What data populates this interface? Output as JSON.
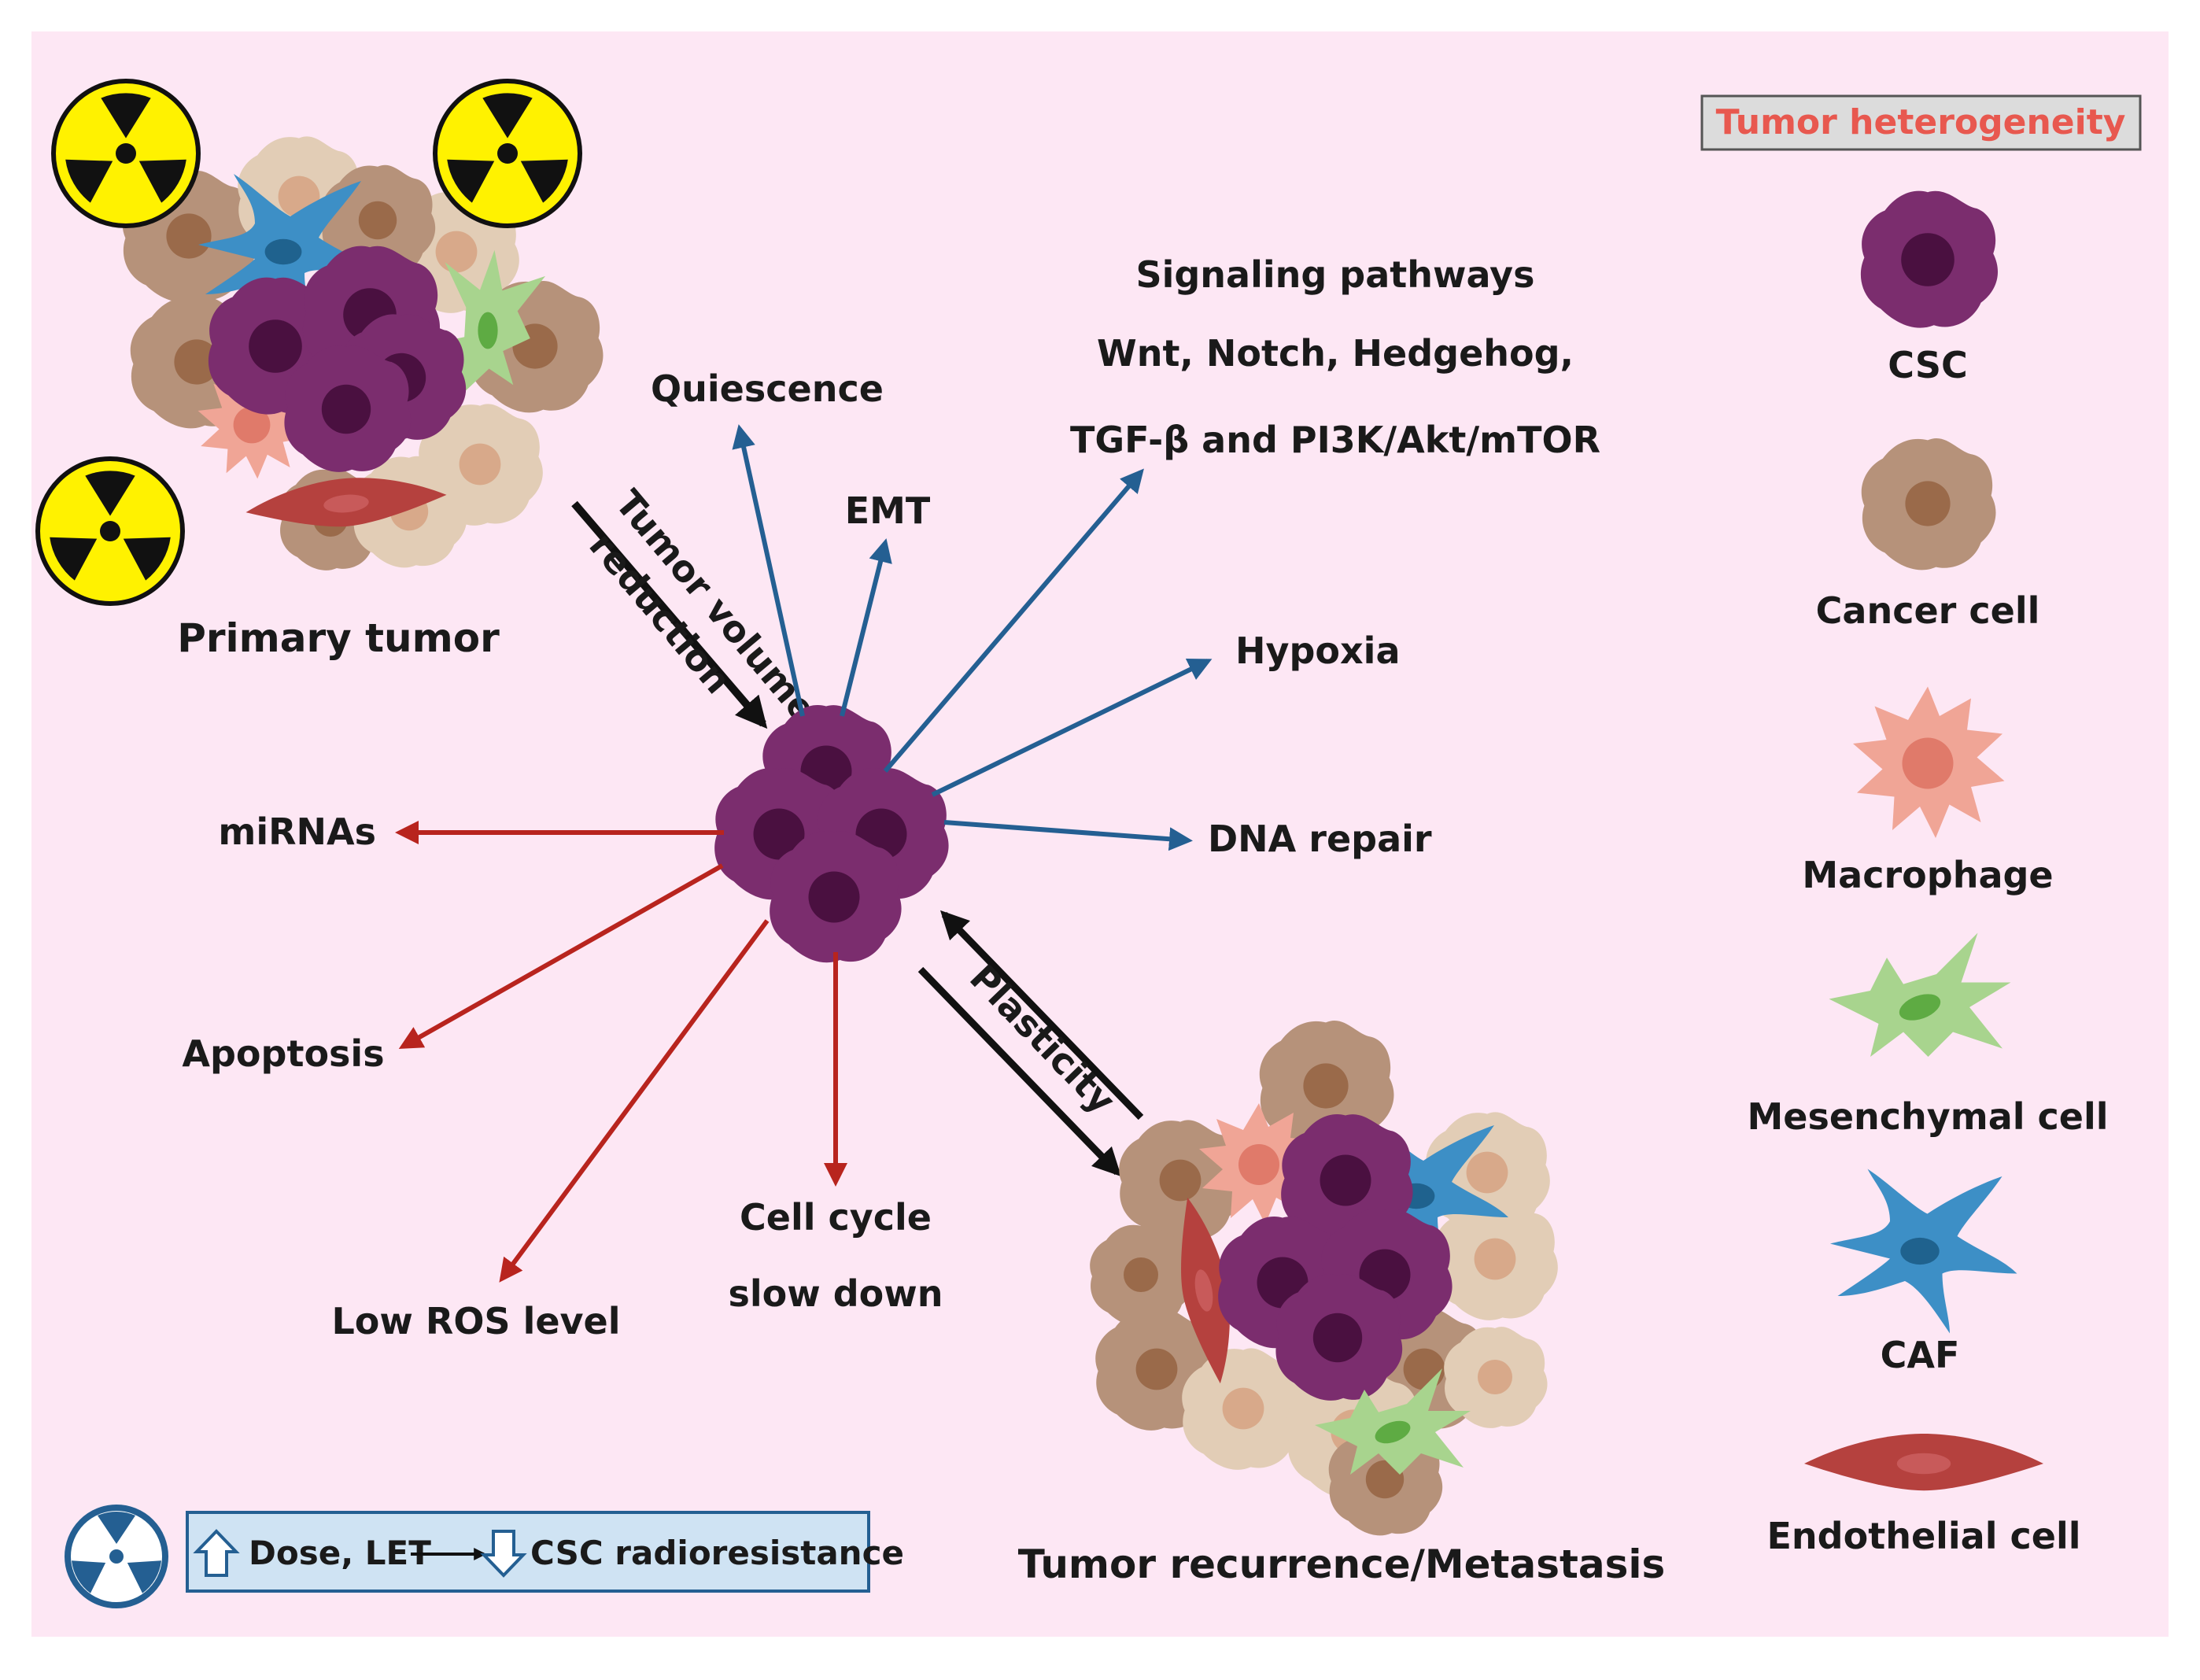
{
  "colors": {
    "background": "#fde7f4",
    "frame": "#ffffff",
    "blue_arrow": "#245f92",
    "red_arrow": "#b8241e",
    "black_arrow": "#111111",
    "csc": "#7b2d6e",
    "csc_nucleus": "#4a1040",
    "cancer_cell": "#b6927a",
    "cancer_nucleus": "#9a6a4a",
    "pale_cell": "#e2cdb6",
    "pale_nucleus": "#d8a98a",
    "macrophage": "#f0a596",
    "macrophage_nucleus": "#e07a6a",
    "mesenchymal": "#a8d48e",
    "mesenchymal_nucleus": "#5eab43",
    "caf": "#3d8fc6",
    "caf_nucleus": "#1f628e",
    "endothelial": "#b5413e",
    "endothelial_nucleus": "#c85a5a",
    "radiation_yellow": "#fff200",
    "legend_title_red": "#e8584f",
    "legend_box": "#dcdcdc",
    "note_box": "#cfe3f3"
  },
  "icons": [
    "radiation-hazard-icon",
    "radiation-hazard-blue-icon",
    "arrow-up-outline-icon",
    "arrow-down-outline-icon"
  ],
  "labels": {
    "primary_tumor": "Primary tumor",
    "tumor_volume_line1": "Tumor volume",
    "tumor_volume_line2": "reduction",
    "quiescence": "Quiescence",
    "emt": "EMT",
    "signaling_line1": "Signaling pathways",
    "signaling_line2": "Wnt, Notch, Hedgehog,",
    "signaling_line3": "TGF-β and PI3K/Akt/mTOR",
    "hypoxia": "Hypoxia",
    "dna_repair": "DNA repair",
    "mirnas": "miRNAs",
    "apoptosis": "Apoptosis",
    "low_ros": "Low ROS level",
    "cell_cycle_line1": "Cell cycle",
    "cell_cycle_line2": "slow down",
    "plasticity": "Plasticity",
    "recurrence": "Tumor recurrence/Metastasis"
  },
  "legend": {
    "title": "Tumor heterogeneity",
    "items": [
      {
        "label": "CSC",
        "icon": "csc-cell-icon"
      },
      {
        "label": "Cancer cell",
        "icon": "cancer-cell-icon"
      },
      {
        "label": "Macrophage",
        "icon": "macrophage-icon"
      },
      {
        "label": "Mesenchymal cell",
        "icon": "mesenchymal-cell-icon"
      },
      {
        "label": "CAF",
        "icon": "caf-icon"
      },
      {
        "label": "Endothelial cell",
        "icon": "endothelial-cell-icon"
      }
    ]
  },
  "note": {
    "dose": "Dose, LET",
    "result": "CSC radioresistance"
  }
}
